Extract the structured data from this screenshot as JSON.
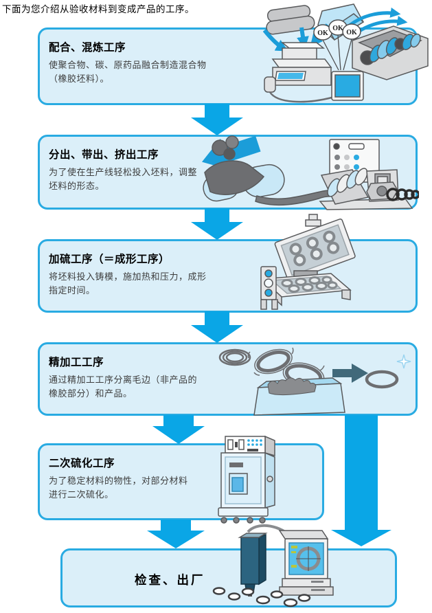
{
  "page": {
    "intro": "下面为您介绍从验收材料到变成产品的工序。"
  },
  "colors": {
    "box_border": "#29ABE2",
    "box_fill": "#DBEFF9",
    "arrow": "#0AA6E6",
    "illustration_blue": "#1B9DD9",
    "body_text": "#3D3D3D"
  },
  "steps": [
    {
      "title": "配合、混炼工序",
      "desc1": "使聚合物、碳、原药品融合制造混合物",
      "desc2": "（橡胶坯料）。"
    },
    {
      "title": "分出、带出、挤出工序",
      "desc1": "为了使在生产线轻松投入坯料，调整",
      "desc2": "坯料的形态。"
    },
    {
      "title": "加硫工序（＝成形工序）",
      "desc1": "将坯料投入铸模，施加热和压力，成形",
      "desc2": "指定时间。"
    },
    {
      "title": "精加工工序",
      "desc1": "通过精加工工序分离毛边（非产品的",
      "desc2": "橡胶部分）和产品。"
    },
    {
      "title": "二次硫化工序",
      "desc1": "为了稳定材料的物性，对部分材料",
      "desc2": "进行二次硫化。"
    }
  ],
  "final_step": {
    "title": "检查、出厂"
  },
  "labels": {
    "ok": "OK"
  }
}
